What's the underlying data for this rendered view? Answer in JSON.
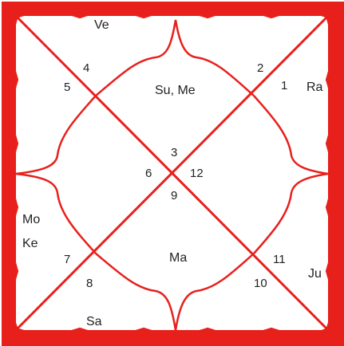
{
  "colors": {
    "frame": "#e8201c",
    "text": "#222222",
    "background": "#ffffff"
  },
  "houses": [
    {
      "house": 1,
      "number": "1",
      "planets": "Ra"
    },
    {
      "house": 2,
      "number": "2",
      "planets": ""
    },
    {
      "house": 3,
      "number": "4",
      "planets": "Ve"
    },
    {
      "house": 4,
      "number": "5",
      "planets": ""
    },
    {
      "house": 5,
      "number": "3",
      "planets": "Su, Me"
    },
    {
      "house": 6,
      "number": "6",
      "planets": ""
    },
    {
      "house": 7,
      "number": "12",
      "planets": ""
    },
    {
      "house": 8,
      "number": "9",
      "planets": ""
    },
    {
      "house": 9,
      "number": "7",
      "planets": ""
    },
    {
      "house": 10,
      "number": "8",
      "planets": "Sa"
    },
    {
      "house": 11,
      "number": "11",
      "planets": "Ju"
    },
    {
      "house": 12,
      "number": "10",
      "planets": ""
    },
    {
      "house": 13,
      "number": "",
      "planets": "Ma"
    },
    {
      "house": 14,
      "number": "",
      "planets": "Mo"
    },
    {
      "house": 15,
      "number": "",
      "planets": "Ke"
    }
  ],
  "labels": {
    "ve": "Ve",
    "su_me": "Su, Me",
    "ra": "Ra",
    "mo": "Mo",
    "ke": "Ke",
    "ma": "Ma",
    "ju": "Ju",
    "sa": "Sa",
    "n4": "4",
    "n5": "5",
    "n2": "2",
    "n1": "1",
    "n3": "3",
    "n6": "6",
    "n12": "12",
    "n9": "9",
    "n7": "7",
    "n8": "8",
    "n11": "11",
    "n10": "10"
  }
}
